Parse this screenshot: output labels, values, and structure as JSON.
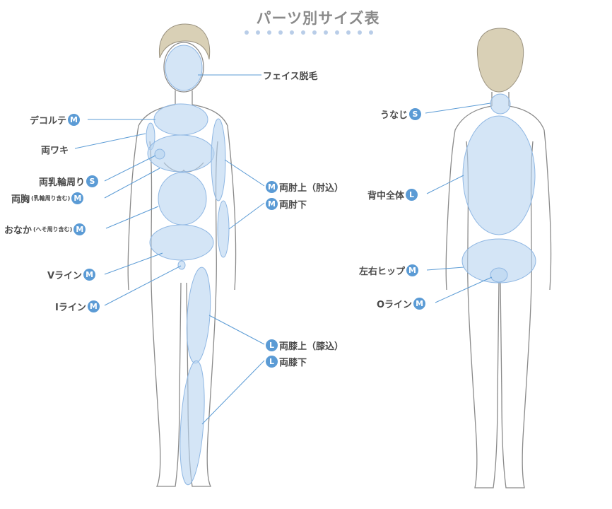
{
  "title": "パーツ別サイズ表",
  "labels": {
    "face": "フェイス脱毛",
    "decollete": "デコルテ",
    "underarm": "両ワキ",
    "areola": "両乳輪周り",
    "chest_main": "両胸",
    "chest_note": "(乳輪周り含む)",
    "belly_main": "おなか",
    "belly_note": "(へそ周り含む)",
    "vline": "Vライン",
    "iline": "Iライン",
    "upper_arm": "両肘上（肘込）",
    "lower_arm": "両肘下",
    "upper_leg": "両膝上（膝込）",
    "lower_leg": "両膝下",
    "nape": "うなじ",
    "back": "背中全体",
    "hip": "左右ヒップ",
    "oline": "Oライン"
  },
  "sizes": {
    "face": "",
    "decollete": "M",
    "underarm": "",
    "areola": "S",
    "chest": "M",
    "belly": "M",
    "vline": "M",
    "iline": "M",
    "upper_arm": "M",
    "lower_arm": "M",
    "upper_leg": "L",
    "lower_leg": "L",
    "nape": "S",
    "back": "L",
    "hip": "M",
    "oline": "M"
  },
  "colors": {
    "zone": "#b8d3f0",
    "badge": "#5b9bd5",
    "outline": "#8a8a8a"
  }
}
